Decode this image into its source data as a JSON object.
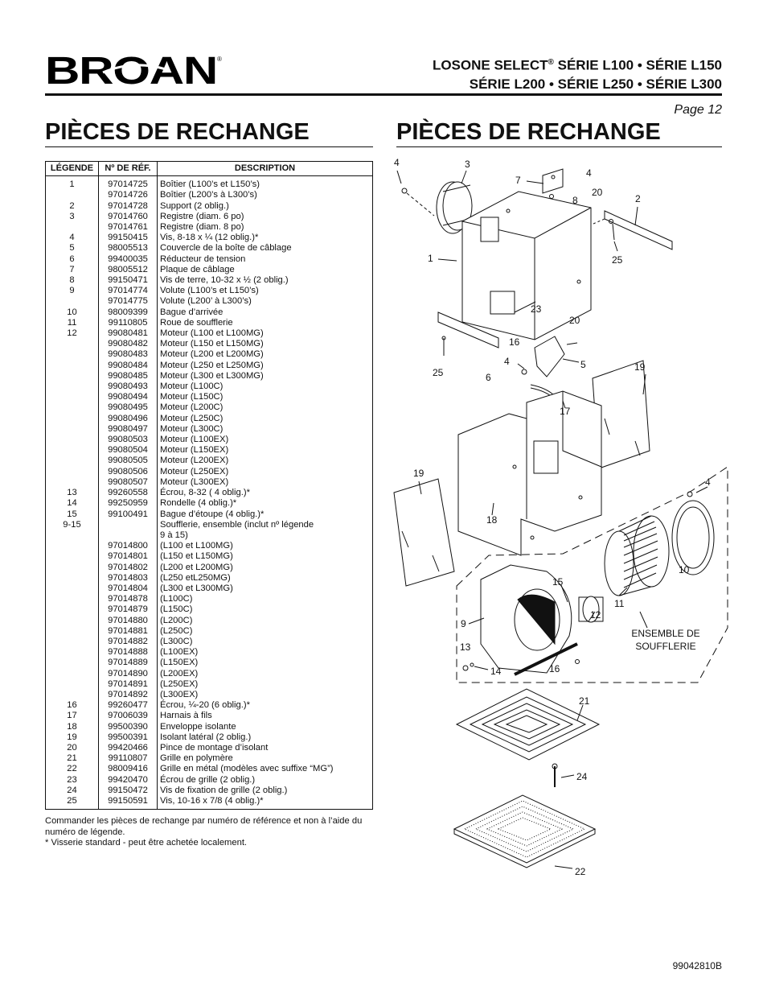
{
  "brand": {
    "logo_text": "BROAN",
    "registered": "®"
  },
  "series_line1": {
    "pre": "LOSONE SELECT",
    "sup": "®",
    "post": " SÉRIE L100 • SÉRIE L150"
  },
  "series_line2": "SÉRIE L200  • SÉRIE L250 • SÉRIE L300",
  "page_label": "Page 12",
  "heading_left": "PIÈCES DE RECHANGE",
  "heading_right": "PIÈCES DE RECHANGE",
  "table": {
    "headers": [
      "LÉGENDE",
      "Nº DE RÉF.",
      "DESCRIPTION"
    ],
    "rows": [
      [
        "1",
        "97014725",
        "Boîtier (L100’s et L150’s)"
      ],
      [
        "",
        "97014726",
        "Boîtier (L200’s à L300’s)"
      ],
      [
        "2",
        "97014728",
        "Support (2 oblig.)"
      ],
      [
        "3",
        "97014760",
        "Registre (diam. 6 po)"
      ],
      [
        "",
        "97014761",
        "Registre (diam. 8 po)"
      ],
      [
        "4",
        "99150415",
        "Vis, 8-18 x ¼ (12 oblig.)*"
      ],
      [
        "5",
        "98005513",
        "Couvercle de la boîte de câblage"
      ],
      [
        "6",
        "99400035",
        "Réducteur de tension"
      ],
      [
        "7",
        "98005512",
        "Plaque de câblage"
      ],
      [
        "8",
        "99150471",
        "Vis de terre, 10-32 x ½ (2 oblig.)"
      ],
      [
        "9",
        "97014774",
        "Volute (L100’s et L150’s)"
      ],
      [
        "",
        "97014775",
        "Volute (L200’ à L300’s)"
      ],
      [
        "10",
        "98009399",
        "Bague d’arrivée"
      ],
      [
        "11",
        "99110805",
        "Roue de soufflerie"
      ],
      [
        "12",
        "99080481",
        "Moteur (L100 et L100MG)"
      ],
      [
        "",
        "99080482",
        "Moteur (L150 et L150MG)"
      ],
      [
        "",
        "99080483",
        "Moteur (L200 et L200MG)"
      ],
      [
        "",
        "99080484",
        "Moteur (L250 et L250MG)"
      ],
      [
        "",
        "99080485",
        "Moteur (L300 et L300MG)"
      ],
      [
        "",
        "99080493",
        "Moteur (L100C)"
      ],
      [
        "",
        "99080494",
        "Moteur (L150C)"
      ],
      [
        "",
        "99080495",
        "Moteur (L200C)"
      ],
      [
        "",
        "99080496",
        "Moteur (L250C)"
      ],
      [
        "",
        "99080497",
        "Moteur (L300C)"
      ],
      [
        "",
        "99080503",
        "Moteur (L100EX)"
      ],
      [
        "",
        "99080504",
        "Moteur (L150EX)"
      ],
      [
        "",
        "99080505",
        "Moteur (L200EX)"
      ],
      [
        "",
        "99080506",
        "Moteur (L250EX)"
      ],
      [
        "",
        "99080507",
        "Moteur (L300EX)"
      ],
      [
        "13",
        "99260558",
        "Écrou, 8-32 ( 4 oblig.)*"
      ],
      [
        "14",
        "99250959",
        "Rondelle (4 oblig.)*"
      ],
      [
        "15",
        "99100491",
        "Bague d’étoupe (4 oblig.)*"
      ],
      [
        "9-15",
        "",
        "Soufflerie, ensemble (inclut nº légende"
      ],
      [
        "",
        "",
        "9 à 15)"
      ],
      [
        "",
        "97014800",
        "(L100 et L100MG)"
      ],
      [
        "",
        "97014801",
        "(L150 et L150MG)"
      ],
      [
        "",
        "97014802",
        "(L200 et L200MG)"
      ],
      [
        "",
        "97014803",
        "(L250 etL250MG)"
      ],
      [
        "",
        "97014804",
        "(L300 et L300MG)"
      ],
      [
        "",
        "97014878",
        "(L100C)"
      ],
      [
        "",
        "97014879",
        "(L150C)"
      ],
      [
        "",
        "97014880",
        "(L200C)"
      ],
      [
        "",
        "97014881",
        "(L250C)"
      ],
      [
        "",
        "97014882",
        "(L300C)"
      ],
      [
        "",
        "97014888",
        "(L100EX)"
      ],
      [
        "",
        "97014889",
        "(L150EX)"
      ],
      [
        "",
        "97014890",
        "(L200EX)"
      ],
      [
        "",
        "97014891",
        "(L250EX)"
      ],
      [
        "",
        "97014892",
        "(L300EX)"
      ],
      [
        "16",
        "99260477",
        "Écrou, ¼-20 (6 oblig.)*"
      ],
      [
        "17",
        "97006039",
        "Harnais à fils"
      ],
      [
        "18",
        "99500390",
        "Enveloppe isolante"
      ],
      [
        "19",
        "99500391",
        "Isolant latéral (2 oblig.)"
      ],
      [
        "20",
        "99420466",
        "Pince de montage d’isolant"
      ],
      [
        "21",
        "99110807",
        "Grille en polymère"
      ],
      [
        "22",
        "98009416",
        "Grille en métal (modèles avec suffixe “MG”)"
      ],
      [
        "23",
        "99420470",
        "Écrou de grille (2 oblig.)"
      ],
      [
        "24",
        "99150472",
        "Vis de fixation de grille (2 oblig.)"
      ],
      [
        "25",
        "99150591",
        "Vis, 10-16 x 7/8 (4 oblig.)*"
      ]
    ]
  },
  "notes": [
    "Commander les pièces de rechange par numéro de référence et non à l’aide du numéro de légende.",
    "* Visserie standard - peut être achetée localement."
  ],
  "diagram_labels": {
    "l4a": "4",
    "l3": "3",
    "l7": "7",
    "l4b": "4",
    "l8": "8",
    "l20a": "20",
    "l2": "2",
    "l1": "1",
    "l25a": "25",
    "l23": "23",
    "l20b": "20",
    "l16a": "16",
    "l4c": "4",
    "l5": "5",
    "l6": "6",
    "l25b": "25",
    "l19a": "19",
    "l17": "17",
    "l19b": "19",
    "l18": "18",
    "l4d": "4",
    "l10": "10",
    "l15": "15",
    "l11": "11",
    "l12": "12",
    "l9": "9",
    "l13": "13",
    "l14": "14",
    "l16b": "16",
    "l21": "21",
    "l24": "24",
    "l22": "22",
    "assembly1": "ENSEMBLE DE",
    "assembly2": "SOUFFLERIE"
  },
  "doc_number": "99042810B"
}
